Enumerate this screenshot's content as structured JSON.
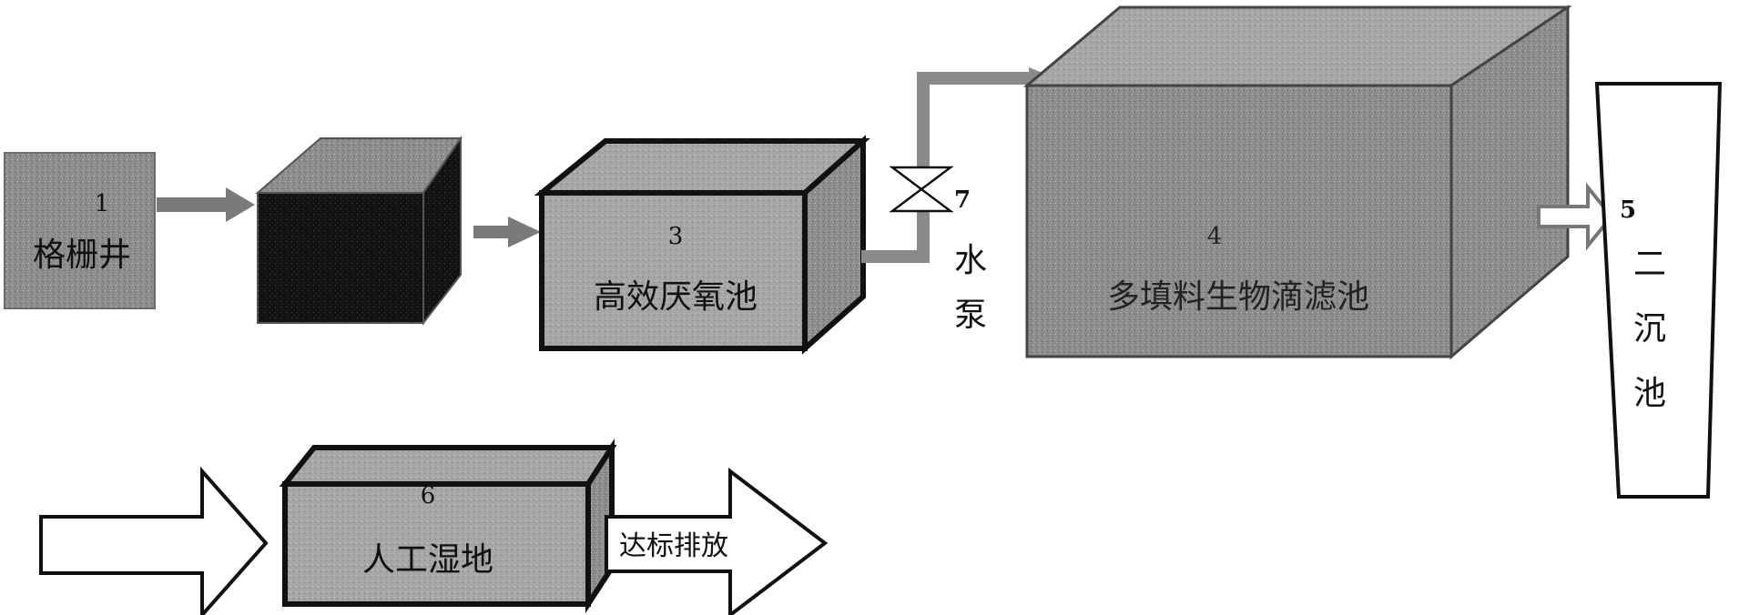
{
  "units": [
    {
      "id": "grid-well",
      "number": "1",
      "name": "格栅井"
    },
    {
      "id": "unit-2",
      "number": "",
      "name": ""
    },
    {
      "id": "anaerobic-tank",
      "number": "3",
      "name": "高效厌氧池"
    },
    {
      "id": "trickling-filter",
      "number": "4",
      "name": "多填料生物滴滤池"
    },
    {
      "id": "secondary-clarifier",
      "number": "5",
      "name_chars": [
        "二",
        "沉",
        "池"
      ]
    },
    {
      "id": "wetland",
      "number": "6",
      "name": "人工湿地"
    }
  ],
  "pump": {
    "number": "7",
    "name_chars": [
      "水",
      "泵"
    ]
  },
  "discharge_label": "达标排放"
}
